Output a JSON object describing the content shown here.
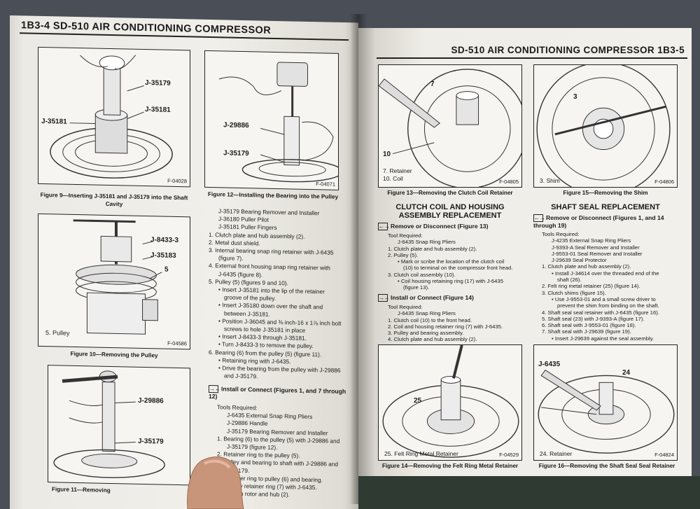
{
  "left_page": {
    "header": "1B3-4  SD-510 AIR CONDITIONING COMPRESSOR",
    "figures": [
      {
        "code": "F-04028",
        "labels": [
          "J-35179",
          "J-35181",
          "J-35181"
        ],
        "caption": "Figure 9—Inserting J-35181 and J-35179 into the Shaft Cavity"
      },
      {
        "code": "F-04071",
        "labels": [
          "J-29886",
          "J-35179"
        ],
        "caption": "Figure 12—Installing the Bearing into the Pulley"
      },
      {
        "code": "F-04586",
        "labels": [
          "J-8433-3",
          "J-35183",
          "5",
          "5. Pulley"
        ],
        "caption": "Figure 10—Removing the Pulley"
      },
      {
        "labels": [
          "J-29886",
          "J-35179"
        ],
        "caption": "Figure 11—Removing"
      }
    ],
    "text_lines": [
      "J-35179 Bearing Remover and Installer",
      "J-36180 Puller Pilot",
      "J-35181 Puller Fingers",
      "1. Clutch plate and hub assembly (2).",
      "2. Metal dust shield.",
      "3. Internal bearing snap ring retainer with J-6435",
      "(figure 7).",
      "4. External front housing snap ring retainer with",
      "J-6435 (figure 8).",
      "5. Pulley (5) (figures 9 and 10).",
      "• Insert J-35181 into the lip of the retainer",
      "groove of the pulley.",
      "• Insert J-35180 down over the shaft and",
      "between J-35181.",
      "• Position J-36045 and ⅜ inch-16 x 1⅞ inch bolt",
      "screws to hole J-35181 in place",
      "• Insert J-8433-3 through J-35181.",
      "• Turn J-8433-3 to remove the pulley.",
      "6. Bearing (6) from the pulley (5) (figure 11).",
      "• Retaining ring with J-6435.",
      "• Drive the bearing from the pulley with J-29886",
      "and J-35179."
    ],
    "install_heading": "Install or Connect (Figures 1, and 7 through 12)",
    "install_lines": [
      "Tools Required:",
      "J-6435 External Snap Ring Pliers",
      "J-29886 Handle",
      "J-35179 Bearing Remover and Installer",
      "1. Bearing (6) to the pulley (5) with J-29886 and",
      "J-35179 (figure 12).",
      "2. Retainer ring to the pulley (5).",
      "3. Pulley and bearing to shaft with J-29886 and",
      "J-35179.",
      "4. Retainer ring to pulley (6) and bearing.",
      "Pulley retainer ring (7) with J-6435.",
      "Clutch rotor and hub (2)."
    ]
  },
  "right_page": {
    "header": "SD-510 AIR CONDITIONING COMPRESSOR  1B3-5",
    "figures": [
      {
        "code": "F-04805",
        "labels": [
          "7",
          "10",
          "7. Retainer",
          "10. Coil"
        ],
        "caption": "Figure 13—Removing the Clutch Coil Retainer"
      },
      {
        "code": "F-04806",
        "labels": [
          "3",
          "3. Shim"
        ],
        "caption": "Figure 15—Removing the Shim"
      },
      {
        "code": "F-04529",
        "labels": [
          "25",
          "25. Felt Ring Metal Retainer"
        ],
        "caption": "Figure 14—Removing the Felt Ring Metal Retainer"
      },
      {
        "code": "F-04824",
        "labels": [
          "J-6435",
          "24",
          "24. Retainer"
        ],
        "caption": "Figure 16—Removing the Shaft Seal Seal Retainer"
      }
    ],
    "section_a": {
      "title": "CLUTCH COIL AND HOUSING ASSEMBLY REPLACEMENT",
      "remove_heading": "Remove or Disconnect (Figure 13)",
      "remove_lines": [
        "Tool Required:",
        "J-6435 Snap Ring Pliers",
        "1. Clutch plate and hub assembly (2).",
        "2. Pulley (5).",
        "• Mark or scribe the location of the clutch coil",
        "(10) to terminal on the compressor front head.",
        "3. Clutch coil assembly (10).",
        "• Coil housing retaining ring (17) with J-6435",
        "(figure 13)."
      ],
      "install_heading": "Install or Connect (Figure 14)",
      "install_lines": [
        "Tool Required:",
        "J-6435 Snap Ring Pliers",
        "1. Clutch coil (10) to the front head.",
        "2. Coil and housing retainer ring (7) with J-6435.",
        "3. Pulley and bearing assembly.",
        "4. Clutch plate and hub assembly (2)."
      ]
    },
    "section_b": {
      "title": "SHAFT SEAL REPLACEMENT",
      "remove_heading": "Remove or Disconnect (Figures 1, and 14 through 19)",
      "remove_lines": [
        "Tools Required:",
        "J-4235 External Snap Ring Pliers",
        "J-9393-A Seal Remover and Installer",
        "J-9553-01 Seal Remover and Installer",
        "J-29639 Seal Protector",
        "1. Clutch plate and hub assembly (2).",
        "• Install J-34614 over the threaded end of the",
        "shaft (26).",
        "2. Felt ring metal retainer (25) (figure 14).",
        "3. Clutch shims (figure 15).",
        "• Use J-9553-01 and a small screw driver to",
        "prevent the shim from binding on the shaft.",
        "4. Shaft seal seal retainer with J-6435 (figure 16).",
        "5. Shaft seal (23) with J-9393-A (figure 17).",
        "6. Shaft seal with J-9553-01 (figure 18).",
        "7. Shaft seal with J-29639 (figure 19).",
        "• Insert J-29639 against the seal assembly."
      ]
    }
  }
}
